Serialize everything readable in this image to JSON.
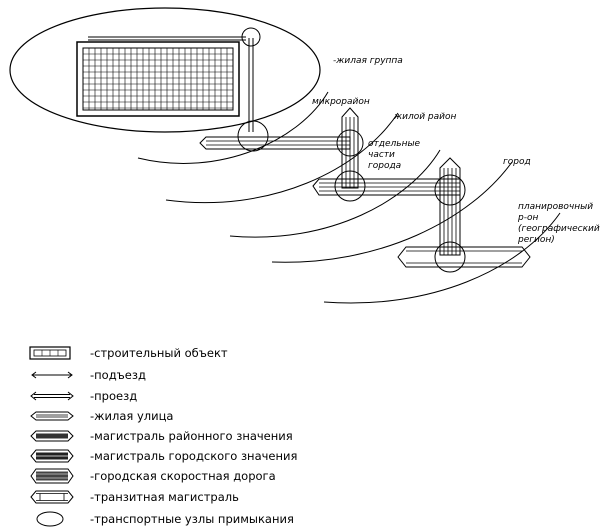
{
  "labels": {
    "residential_group": "-жилая группа",
    "microdistrict": "микрорайон",
    "residential_district": "жилой район",
    "city_parts_l1": "отдельные",
    "city_parts_l2": "части",
    "city_parts_l3": "города",
    "city": "город",
    "planning_region_l1": "планировочный",
    "planning_region_l2": "р-он",
    "planning_region_l3": "(географический",
    "planning_region_l4": "регион)"
  },
  "legend": [
    {
      "symbol": "building-object-icon",
      "label": "-строительный объект"
    },
    {
      "symbol": "approach-road-icon",
      "label": "-подъезд"
    },
    {
      "symbol": "driveway-icon",
      "label": "-проезд"
    },
    {
      "symbol": "residential-street-icon",
      "label": "-жилая улица"
    },
    {
      "symbol": "district-main-road-icon",
      "label": "-магистраль районного значения"
    },
    {
      "symbol": "city-main-road-icon",
      "label": "-магистраль городского значения"
    },
    {
      "symbol": "city-expressway-icon",
      "label": "-городская скоростная дорога"
    },
    {
      "symbol": "transit-main-road-icon",
      "label": "-транзитная магистраль"
    },
    {
      "symbol": "junction-node-icon",
      "label": "-транспортные узлы примыкания"
    }
  ]
}
